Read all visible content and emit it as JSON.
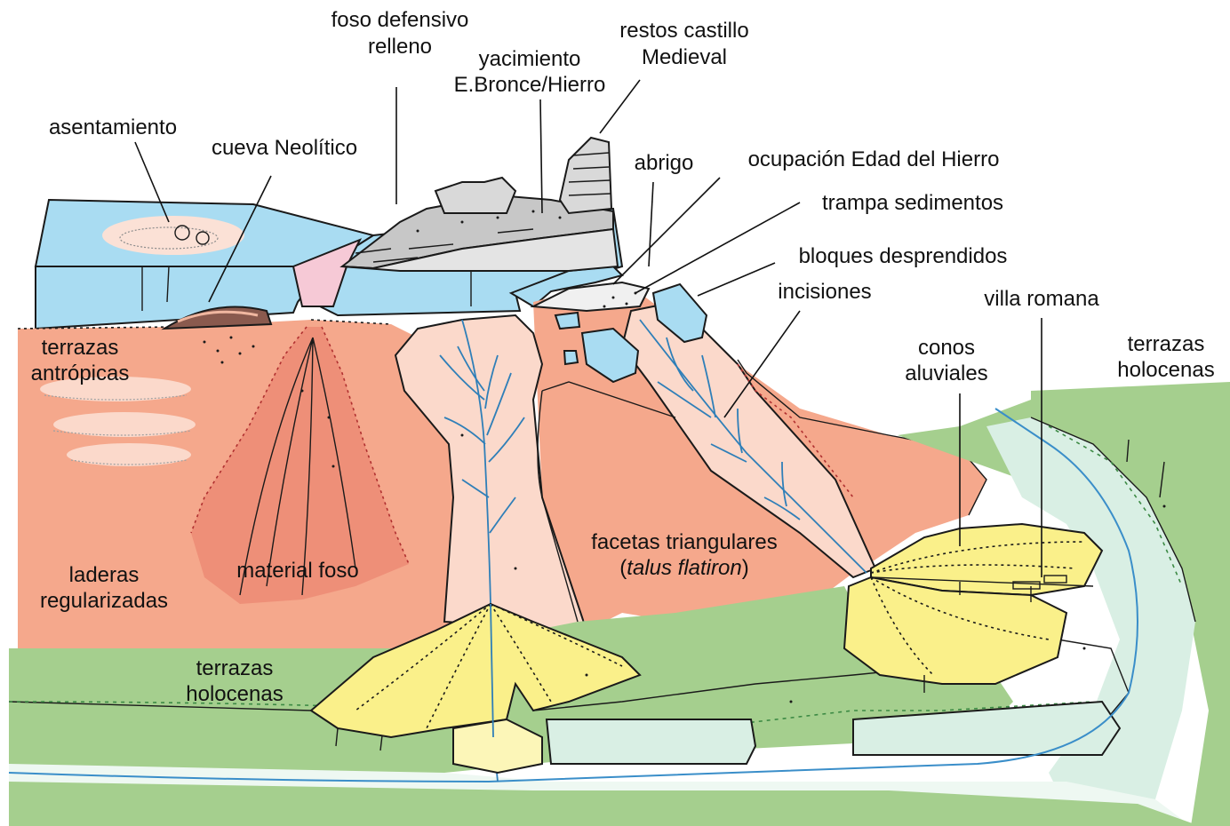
{
  "labels": {
    "foso_defensivo": [
      "foso defensivo",
      "relleno"
    ],
    "restos_castillo": [
      "restos castillo",
      "Medieval"
    ],
    "yacimiento": [
      "yacimiento",
      "E.Bronce/Hierro"
    ],
    "asentamiento": "asentamiento",
    "cueva_neolitico": "cueva Neolítico",
    "abrigo": "abrigo",
    "ocupacion_hierro": "ocupación Edad del Hierro",
    "trampa_sedimentos": "trampa sedimentos",
    "bloques_desprendidos": "bloques desprendidos",
    "incisiones": "incisiones",
    "villa_romana": "villa romana",
    "terrazas_antropicas": [
      "terrazas",
      "antrópicas"
    ],
    "conos_aluviales": [
      "conos",
      "aluviales"
    ],
    "terrazas_holocenas_right": [
      "terrazas",
      "holocenas"
    ],
    "facetas": "facetas triangulares",
    "talus_open": "(",
    "talus": "talus flatiron",
    "talus_close": ")",
    "laderas": [
      "laderas",
      "regularizadas"
    ],
    "material_foso": "material foso",
    "terrazas_holocenas_left": [
      "terrazas",
      "holocenas"
    ]
  },
  "colors": {
    "limestone": "#a9dcf2",
    "slope": "#f5a88c",
    "slope_dark": "#ee8f78",
    "pale_slope": "#fbd9cb",
    "terrace_green": "#a5cf8e",
    "terrace_pale": "#d9efe4",
    "alluvial_yellow": "#faf08a",
    "castle_gray": "#c7c7c7",
    "river_blue": "#3a8ec9",
    "cave_brown": "#8a5a4e"
  }
}
